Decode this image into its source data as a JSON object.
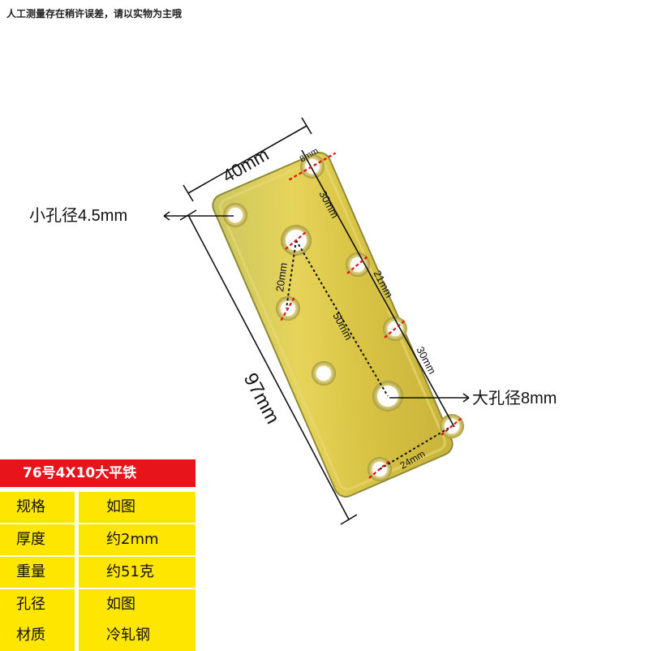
{
  "notice": "人工测量存在稍许误差，请以实物为主哦",
  "dimensions": {
    "width": "40mm",
    "length": "97mm",
    "small_hole": "小孔径4.5mm",
    "large_hole": "大孔径8mm",
    "top_gap": "8mm",
    "spacing_30_top": "30mm",
    "spacing_21": "21mm",
    "spacing_30_bottom": "30mm",
    "spacing_20": "20mm",
    "spacing_50": "50mm",
    "spacing_24": "24mm"
  },
  "spec": {
    "title": "76号4X10大平铁",
    "rows": [
      {
        "label": "规格",
        "value": "如图"
      },
      {
        "label": "厚度",
        "value": "约2mm"
      },
      {
        "label": "重量",
        "value": "约51克"
      },
      {
        "label": "孔径",
        "value": "如图"
      },
      {
        "label": "材质",
        "value": "冷轧钢"
      }
    ]
  },
  "colors": {
    "plate": "#d8c84a",
    "plate_edge": "#8f8a3a",
    "title_bg": "#e8141c",
    "cell_bg": "#ffe600",
    "dim_red": "#e01010"
  }
}
